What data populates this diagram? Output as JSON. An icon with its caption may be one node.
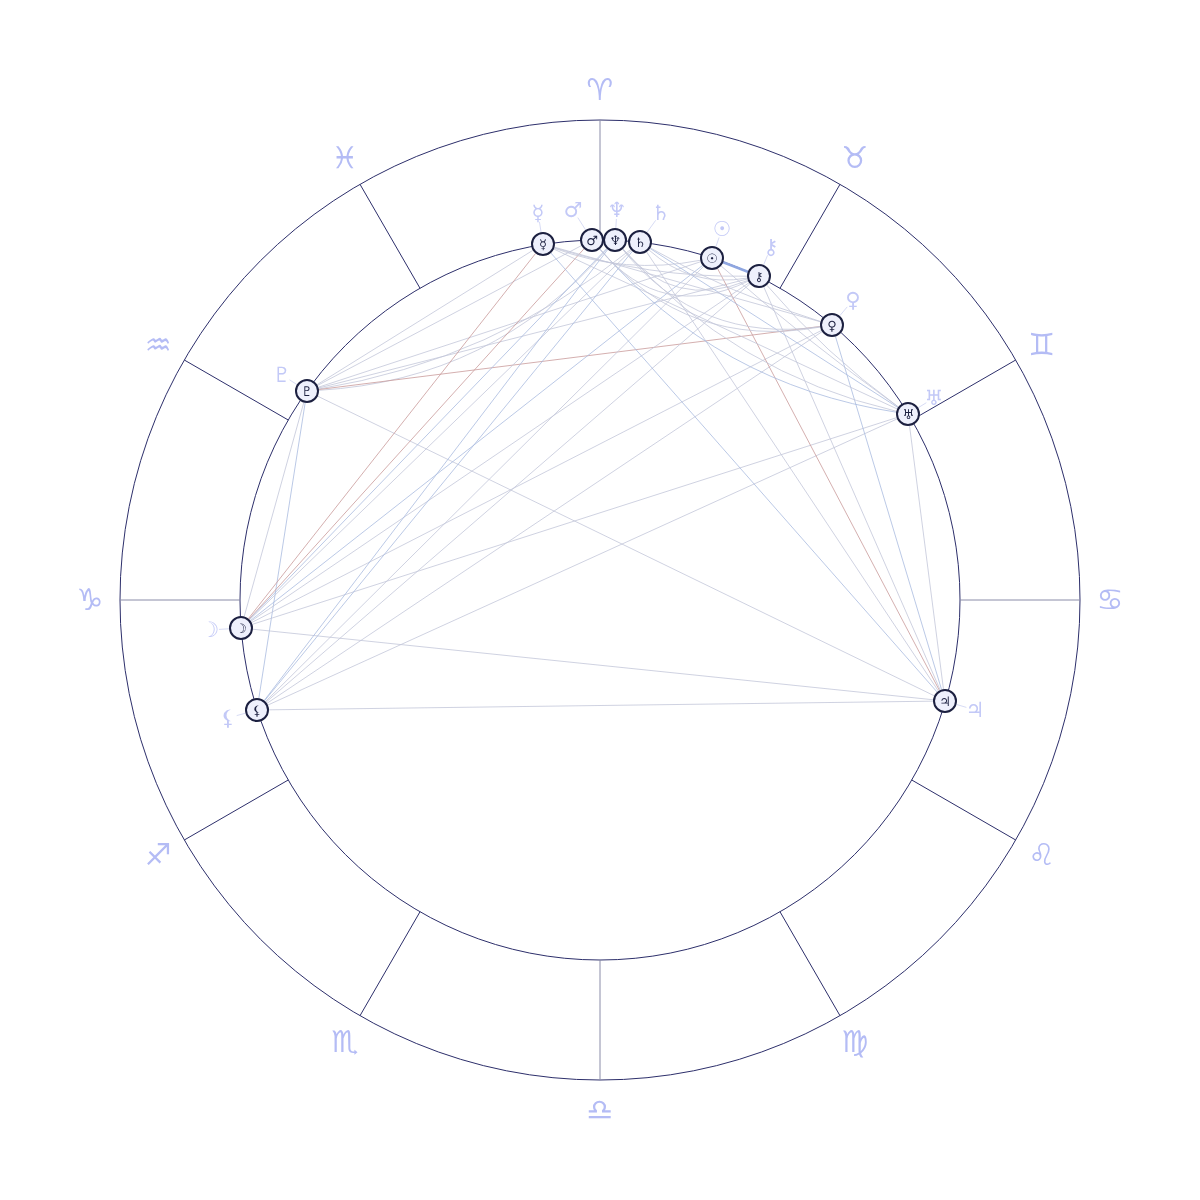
{
  "diagram": {
    "nodes": [
      {
        "text": [
          "☿"
        ],
        "beside": [
          "☿"
        ]
      },
      {
        "text": [
          "♂"
        ],
        "beside": [
          "♂"
        ]
      },
      {
        "text": [
          "♆"
        ],
        "beside": [
          "♆"
        ]
      },
      {
        "text": [
          "♄"
        ],
        "beside": [
          "♄"
        ]
      },
      {
        "text": [
          "☉"
        ],
        "beside": [
          "☉"
        ]
      },
      {
        "text": [
          "⚷"
        ],
        "beside": [
          "⚷"
        ]
      },
      {
        "text": [
          "♀"
        ],
        "beside": [
          "♀"
        ]
      },
      {
        "text": [
          "♅"
        ],
        "beside": [
          "♅"
        ]
      },
      {
        "text": [
          "♃"
        ],
        "beside": [
          "♃"
        ]
      },
      {
        "text": [
          "☽"
        ],
        "beside": [
          "☽"
        ]
      },
      {
        "text": [
          "⚸"
        ],
        "beside": [
          "⚸"
        ]
      },
      {
        "text": [
          "♇"
        ],
        "beside": [
          "♇"
        ]
      }
    ],
    "edges": [
      {
        "from": 11,
        "to": 0,
        "arrow": "none"
      },
      {
        "from": 11,
        "to": 1,
        "arrow": "none"
      },
      {
        "from": 11,
        "to": 2,
        "arrow": "none"
      },
      {
        "from": 11,
        "to": 3,
        "arrow": "none"
      },
      {
        "from": 11,
        "to": 4,
        "arrow": "none"
      },
      {
        "from": 11,
        "to": 5,
        "arrow": "none"
      },
      {
        "from": 11,
        "to": 6,
        "arrow": "none",
        "color": "#c99a9a"
      },
      {
        "from": 11,
        "to": 8,
        "arrow": "none"
      },
      {
        "from": 11,
        "to": 9,
        "arrow": "none"
      },
      {
        "from": 11,
        "to": 10,
        "arrow": "none",
        "color": "#a9bbe0"
      },
      {
        "from": 9,
        "to": 0,
        "arrow": "none",
        "color": "#c99a9a"
      },
      {
        "from": 9,
        "to": 1,
        "arrow": "none",
        "color": "#c99a9a"
      },
      {
        "from": 9,
        "to": 2,
        "arrow": "none",
        "color": "#a9bbe0"
      },
      {
        "from": 9,
        "to": 3,
        "arrow": "none"
      },
      {
        "from": 9,
        "to": 4,
        "arrow": "none",
        "color": "#a9bbe0"
      },
      {
        "from": 9,
        "to": 5,
        "arrow": "none"
      },
      {
        "from": 9,
        "to": 6,
        "arrow": "none"
      },
      {
        "from": 9,
        "to": 7,
        "arrow": "none"
      },
      {
        "from": 9,
        "to": 8,
        "arrow": "none"
      },
      {
        "from": 10,
        "to": 2,
        "arrow": "none",
        "color": "#a9bbe0"
      },
      {
        "from": 10,
        "to": 3,
        "arrow": "none",
        "color": "#a9bbe0"
      },
      {
        "from": 10,
        "to": 4,
        "arrow": "none"
      },
      {
        "from": 10,
        "to": 5,
        "arrow": "none"
      },
      {
        "from": 10,
        "to": 6,
        "arrow": "none"
      },
      {
        "from": 10,
        "to": 7,
        "arrow": "none"
      },
      {
        "from": 10,
        "to": 8,
        "arrow": "none"
      },
      {
        "from": 0,
        "to": 8,
        "arrow": "none",
        "color": "#a9bbe0"
      },
      {
        "from": 4,
        "to": 8,
        "arrow": "none",
        "color": "#c99a9a"
      },
      {
        "from": 5,
        "to": 8,
        "arrow": "none"
      },
      {
        "from": 6,
        "to": 8,
        "arrow": "none",
        "color": "#a9bbe0"
      },
      {
        "from": 7,
        "to": 8,
        "arrow": "none"
      },
      {
        "from": 3,
        "to": 8,
        "arrow": "none"
      },
      {
        "from": 0,
        "to": 7,
        "arrow": "none"
      },
      {
        "from": 1,
        "to": 7,
        "arrow": "none",
        "color": "#a9bbe0"
      },
      {
        "from": 2,
        "to": 7,
        "arrow": "none"
      },
      {
        "from": 3,
        "to": 7,
        "arrow": "none",
        "color": "#a9bbe0"
      },
      {
        "from": 4,
        "to": 7,
        "arrow": "none"
      },
      {
        "from": 5,
        "to": 7,
        "arrow": "none"
      },
      {
        "from": 0,
        "to": 6,
        "arrow": "none"
      },
      {
        "from": 1,
        "to": 6,
        "arrow": "none"
      },
      {
        "from": 2,
        "to": 6,
        "arrow": "none"
      },
      {
        "from": 3,
        "to": 6,
        "arrow": "none"
      },
      {
        "from": 4,
        "to": 5,
        "arrow": "none",
        "style": "thick",
        "color": "#8fa6e0"
      },
      {
        "from": 0,
        "to": 4,
        "arrow": "none"
      },
      {
        "from": 0,
        "to": 5,
        "arrow": "none"
      },
      {
        "from": 1,
        "to": 5,
        "arrow": "none"
      },
      {
        "from": 2,
        "to": 5,
        "arrow": "none"
      },
      {
        "from": 3,
        "to": 5,
        "arrow": "none"
      }
    ],
    "labels": [
      "♈",
      "♉",
      "♊",
      "♋",
      "♌",
      "♍",
      "♎",
      "♏",
      "♐",
      "♑",
      "♒",
      "♓"
    ]
  }
}
